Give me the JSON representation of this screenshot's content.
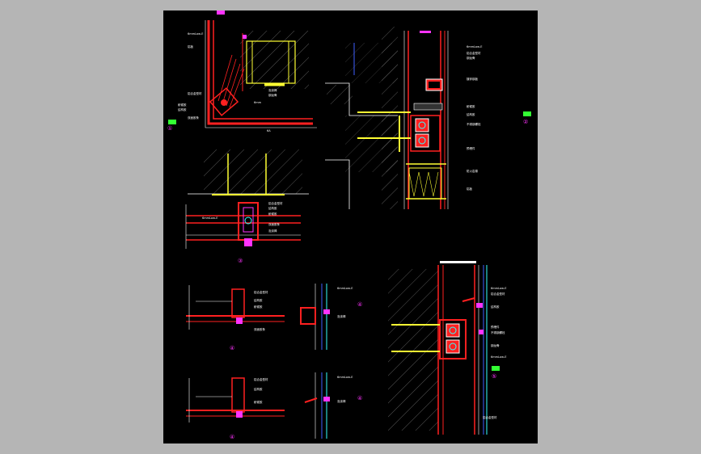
{
  "viewer": {
    "background": "#b5b5b5",
    "sheet_background": "#000000"
  },
  "colors": {
    "red": "#ff2020",
    "yellow": "#ffff33",
    "white": "#ffffff",
    "magenta": "#ff33ff",
    "cyan": "#33ffff",
    "green": "#33ff33",
    "blue": "#4060ff"
  },
  "details": [
    {
      "id": "corner-detail",
      "marker": "①",
      "labels": [
        "6mmLow-E",
        "6A",
        "6mm",
        "铝合金型材",
        "铝板",
        "耐候胶",
        "结构胶",
        "双面胶条",
        "泡沫棒",
        "钢龙骨"
      ]
    },
    {
      "id": "section-detail",
      "marker": "②",
      "labels": [
        "6mmLow-E",
        "铝合金型材",
        "钢龙骨",
        "镀锌钢板",
        "防火岩棉",
        "结构胶",
        "耐候胶",
        "铝板",
        "不锈钢螺栓",
        "预埋件"
      ]
    },
    {
      "id": "mullion-detail",
      "marker": "③",
      "labels": [
        "铝合金型材",
        "结构胶",
        "耐候胶",
        "6mmLow-E",
        "双面胶条",
        "泡沫棒"
      ]
    },
    {
      "id": "plan-detail",
      "marker": "④",
      "labels": [
        "铝合金型材",
        "结构胶",
        "耐候胶",
        "双面胶条",
        "6mmLow-E",
        "泡沫棒"
      ]
    },
    {
      "id": "embed-detail",
      "marker": "⑤",
      "labels": [
        "6mmLow-E",
        "铝合金型材",
        "钢龙骨",
        "预埋件",
        "不锈钢螺栓",
        "结构胶"
      ]
    }
  ]
}
